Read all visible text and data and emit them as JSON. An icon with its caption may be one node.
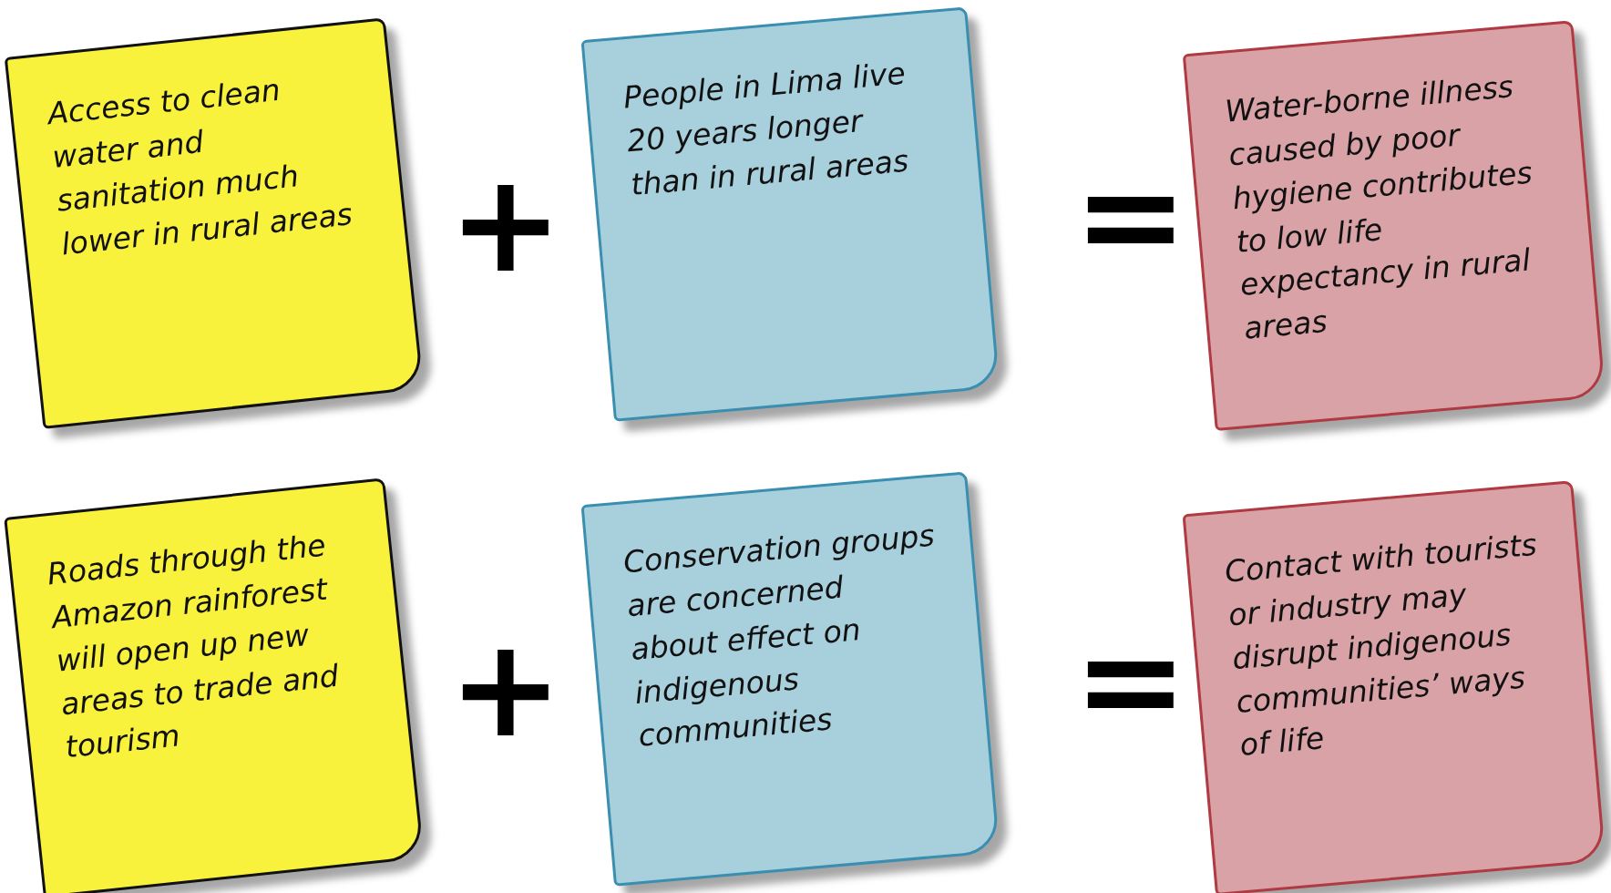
{
  "diagram": {
    "nodes": [
      {
        "text": [
          "Access to clean water and sanitation much lower in rural areas"
        ]
      },
      {
        "text": [
          "People in Lima live 20 years longer than in rural areas"
        ]
      },
      {
        "text": [
          "Water-borne illness caused by poor hygiene contributes to low life expectancy in rural areas"
        ]
      },
      {
        "text": [
          "Roads through the Amazon rainforest will open up new areas to trade and tourism"
        ]
      },
      {
        "text": [
          "Conservation groups are concerned about effect on indigenous communities"
        ]
      },
      {
        "text": [
          "Contact with tourists or industry may disrupt indigenous communities’ ways of life"
        ]
      }
    ],
    "edges": [],
    "labels": [
      "+",
      "=",
      "+",
      "="
    ]
  }
}
